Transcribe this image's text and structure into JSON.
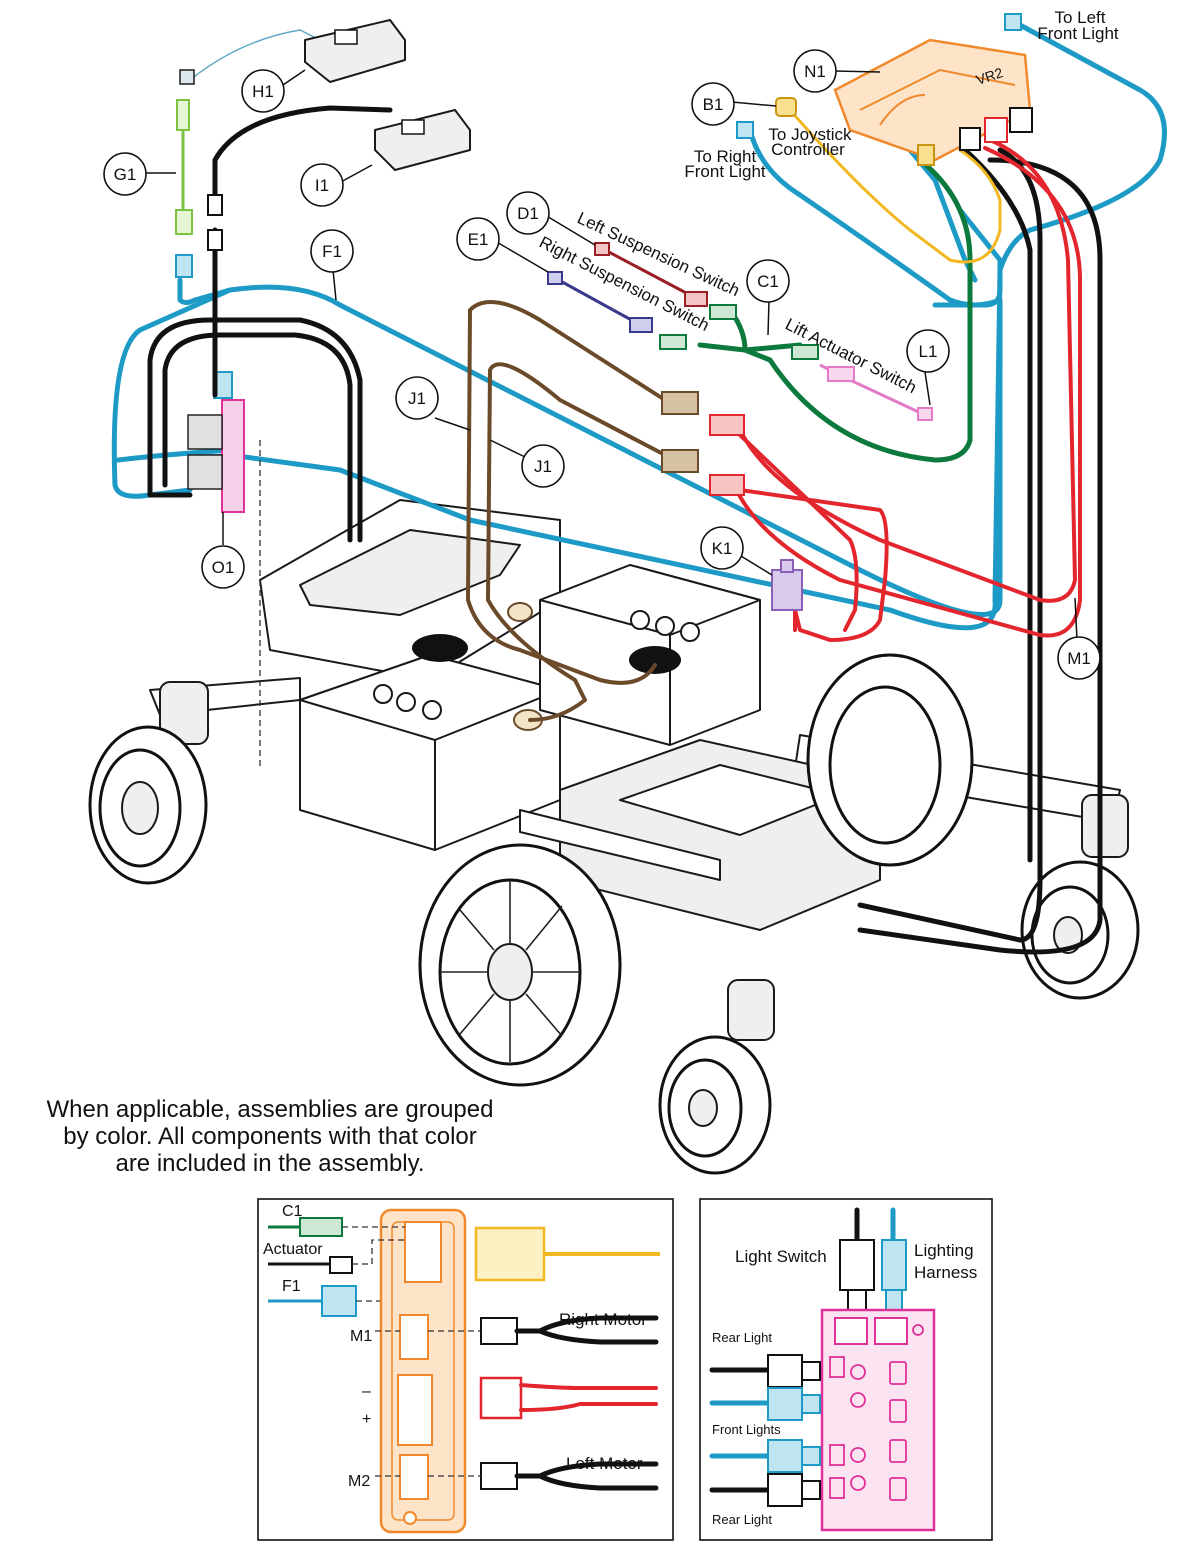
{
  "callouts": {
    "H1": "H1",
    "I1": "I1",
    "G1": "G1",
    "F1": "F1",
    "O1": "O1",
    "D1": "D1",
    "E1": "E1",
    "C1": "C1",
    "L1": "L1",
    "J1a": "J1",
    "J1b": "J1",
    "K1": "K1",
    "M1": "M1",
    "N1": "N1",
    "B1": "B1"
  },
  "labels": {
    "to_left_front_light": [
      "To Left",
      "Front Light"
    ],
    "to_joystick_controller": [
      "To Joystick",
      "Controller"
    ],
    "to_right_front_light": [
      "To Right",
      "Front Light"
    ],
    "left_suspension_switch": "Left Suspension Switch",
    "right_suspension_switch": "Right Suspension Switch",
    "lift_actuator_switch": "Lift Actuator Switch",
    "controller_brand": "VR2"
  },
  "note": [
    "When applicable, assemblies are grouped",
    "by color. All components with that color",
    "are included in the assembly."
  ],
  "inset_controller": {
    "c1": "C1",
    "actuator": "Actuator",
    "f1": "F1",
    "m1": "M1",
    "minus": "–",
    "plus": "+",
    "m2": "M2",
    "right_motor": "Right Motor",
    "left_motor": "Left Motor"
  },
  "inset_lighting": {
    "light_switch": "Light Switch",
    "lighting_harness": [
      "Lighting",
      "Harness"
    ],
    "rear_light_top": "Rear Light",
    "front_lights": "Front Lights",
    "rear_light_bottom": "Rear Light"
  },
  "colors": {
    "black": "#111111",
    "cyan": "#1d9ac6",
    "red": "#e3262e",
    "green": "#0c7a3c",
    "lime": "#7ec242",
    "brown": "#6b4a2a",
    "orange": "#f0892b",
    "yellow": "#f2b822",
    "magenta": "#e0309a",
    "navy": "#3a3a8c",
    "darkred": "#9a1f24",
    "purple": "#8a5fb5",
    "pink": "#e47bc6"
  }
}
